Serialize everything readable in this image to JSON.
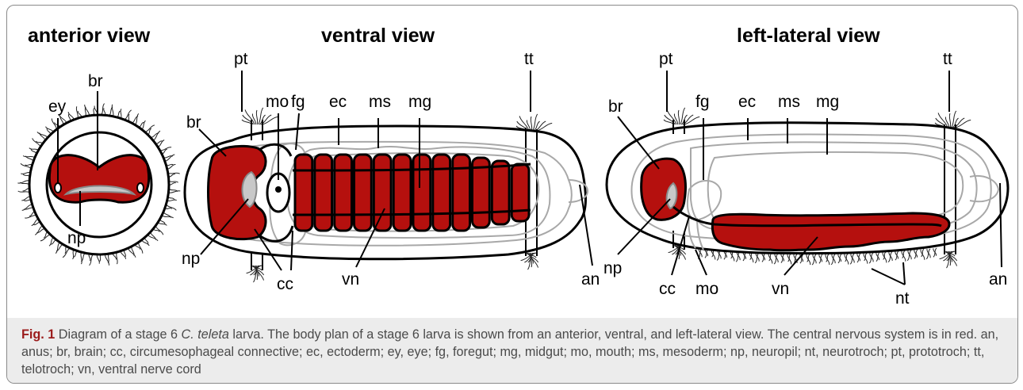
{
  "views": {
    "anterior": "anterior view",
    "ventral": "ventral view",
    "lateral": "left-lateral view"
  },
  "labels": {
    "ey": "ey",
    "br": "br",
    "np": "np",
    "pt": "pt",
    "tt": "tt",
    "mo": "mo",
    "fg": "fg",
    "ec": "ec",
    "ms": "ms",
    "mg": "mg",
    "cc": "cc",
    "vn": "vn",
    "an": "an",
    "nt": "nt"
  },
  "caption": {
    "fig_label": "Fig. 1",
    "text_before": " Diagram of a stage 6 ",
    "species": "C. teleta",
    "text_after": " larva. The body plan of a stage 6 larva is shown from an anterior, ventral, and left-lateral view. The central nervous system is in red. an, anus; br, brain; cc, circumesophageal connective; ec, ectoderm; ey, eye; fg, foregut; mg, midgut; mo, mouth; ms, mesoderm; np, neuropil; nt, neurotroch; pt, prototroch; tt, telotroch; vn, ventral nerve cord"
  },
  "colors": {
    "nervous_system": "#b5100e",
    "outline": "#000000",
    "tissue": "#a8a8a8",
    "neuropil": "#c8c8c8",
    "caption_band": "#ececec"
  }
}
